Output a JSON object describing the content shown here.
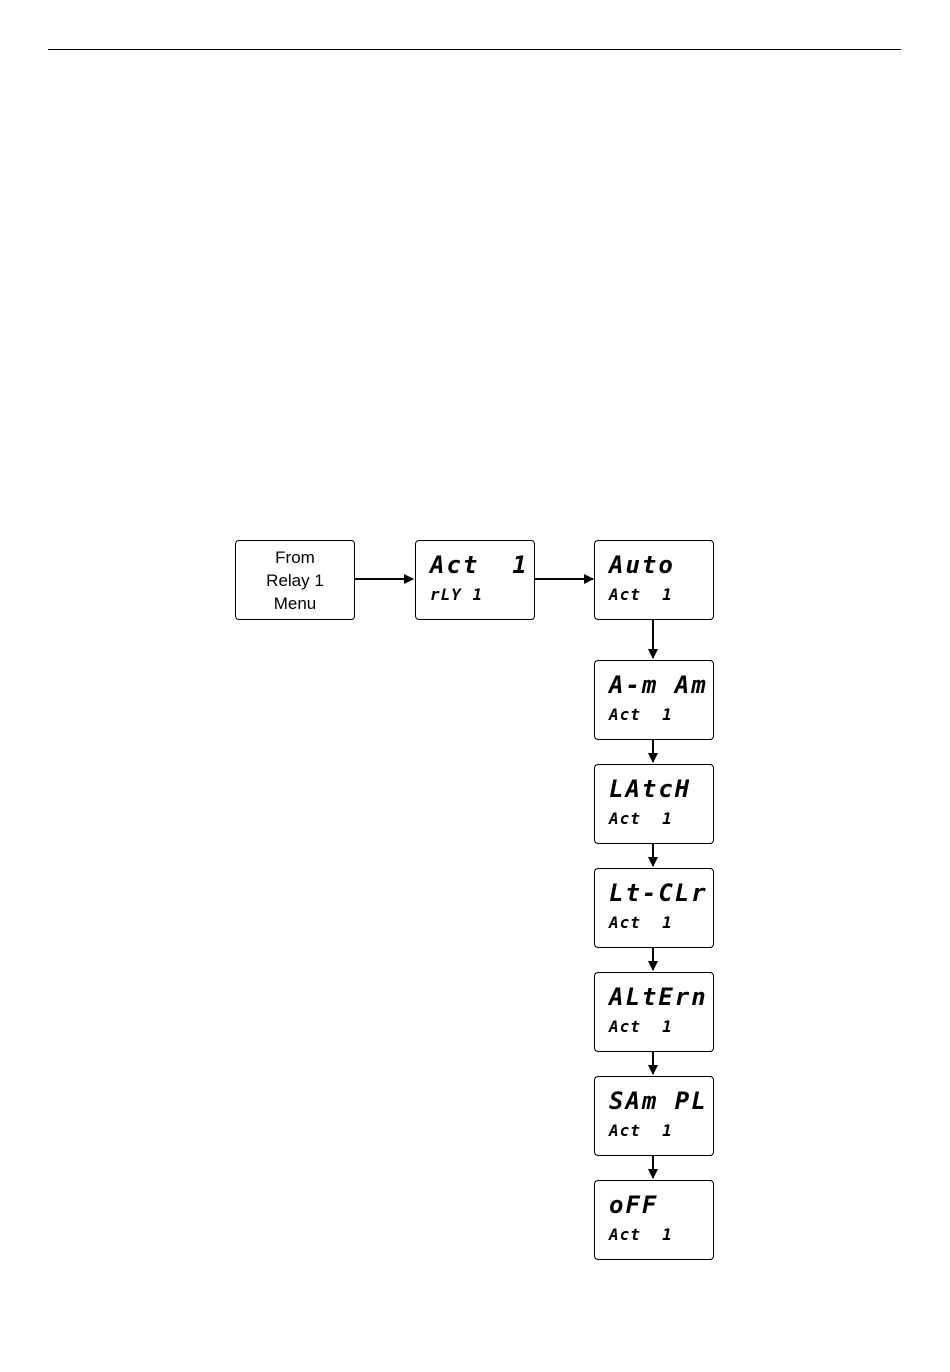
{
  "from_box": {
    "text": "From\nRelay 1\nMenu"
  },
  "flow": {
    "relay_action": {
      "top": "Act  1",
      "bottom": "rLY 1"
    },
    "options": [
      {
        "top": "Auto",
        "bottom": "Act  1"
      },
      {
        "top": "A-m Am",
        "bottom": "Act  1"
      },
      {
        "top": "LAtcH",
        "bottom": "Act  1"
      },
      {
        "top": "Lt-CLr",
        "bottom": "Act  1"
      },
      {
        "top": "ALtErn",
        "bottom": "Act  1"
      },
      {
        "top": "SAm PL",
        "bottom": "Act  1"
      },
      {
        "top": "oFF",
        "bottom": "Act  1"
      }
    ]
  }
}
